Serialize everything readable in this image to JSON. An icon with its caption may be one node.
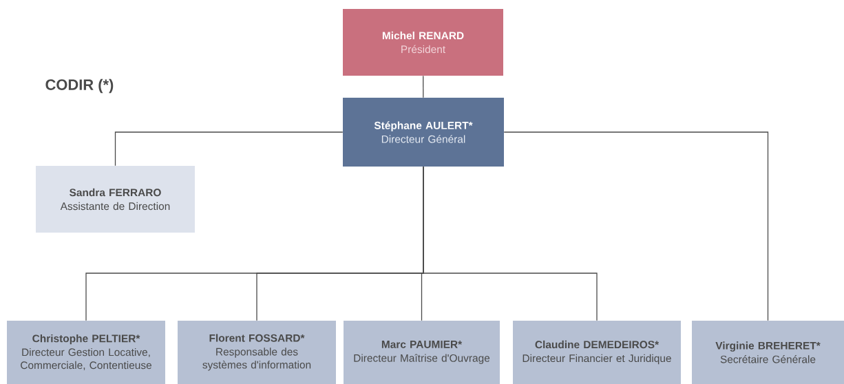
{
  "diagram": {
    "title": "CODIR (*)",
    "nodes": [
      {
        "text": [
          "Michel RENARD",
          "Président"
        ]
      },
      {
        "text": [
          "Stéphane AULERT*",
          "Directeur Général"
        ]
      },
      {
        "text": [
          "Sandra FERRARO",
          "Assistante de Direction"
        ]
      },
      {
        "text": [
          "Christophe PELTIER*",
          "Directeur Gestion Locative, Commerciale, Contentieuse"
        ]
      },
      {
        "text": [
          "Florent FOSSARD*",
          "Responsable des systèmes d'information"
        ]
      },
      {
        "text": [
          "Marc PAUMIER*",
          "Directeur Maîtrise d'Ouvrage"
        ]
      },
      {
        "text": [
          "Claudine DEMEDEIROS*",
          "Directeur Financier et Juridique"
        ]
      },
      {
        "text": [
          "Virginie BREHERET*",
          "Secrétaire Générale"
        ]
      }
    ],
    "edges": [
      {
        "from": 0,
        "to": 1,
        "arrow": "none"
      },
      {
        "from": 1,
        "to": 2,
        "arrow": "none"
      },
      {
        "from": 1,
        "to": 3,
        "arrow": "none"
      },
      {
        "from": 1,
        "to": 4,
        "arrow": "none"
      },
      {
        "from": 1,
        "to": 5,
        "arrow": "none"
      },
      {
        "from": 1,
        "to": 6,
        "arrow": "none"
      },
      {
        "from": 1,
        "to": 7,
        "arrow": "none"
      }
    ]
  }
}
